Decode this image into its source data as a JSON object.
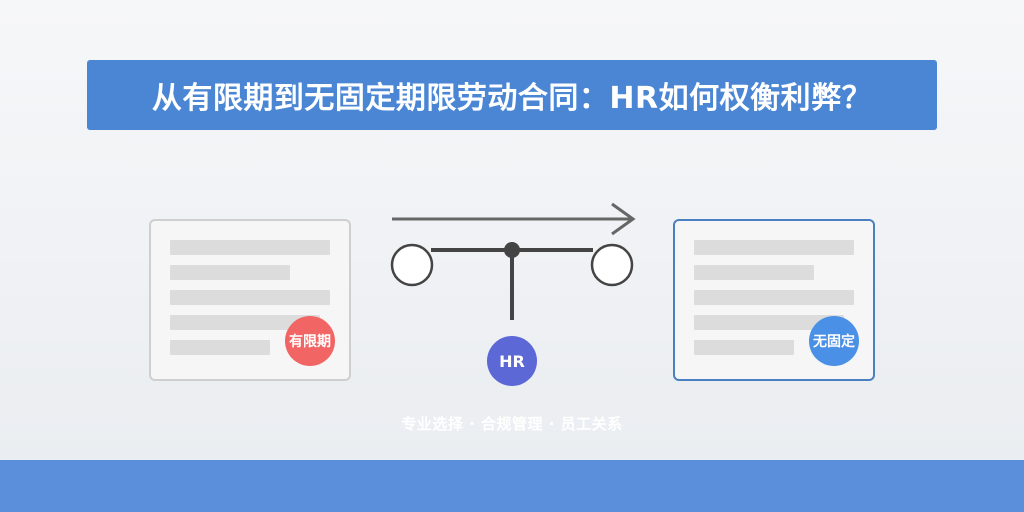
{
  "title": "从有限期到无固定期限劳动合同：HR如何权衡利弊？",
  "left_card": {
    "badge": "有限期",
    "badge_color": "#f26565"
  },
  "right_card": {
    "badge": "无固定",
    "badge_color": "#4a90e6"
  },
  "hr_node": {
    "label": "HR",
    "color": "#5b68d6"
  },
  "tagline": "专业选择 · 合规管理 · 员工关系",
  "colors": {
    "banner": "#4a86d4",
    "bottom_bar": "#5b8fdb",
    "connector": "#444444",
    "arrow": "#666666"
  }
}
